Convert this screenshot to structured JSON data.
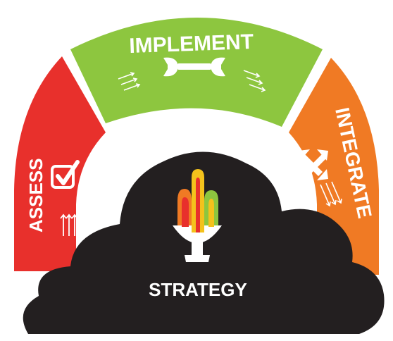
{
  "segments": {
    "implement": {
      "label": "IMPLEMENT",
      "color": "#8dc63f",
      "icon": "wrench-icon"
    },
    "assess": {
      "label": "ASSESS",
      "color": "#e8302c",
      "icon": "checkbox-icon"
    },
    "integrate": {
      "label": "INTEGRATE",
      "color": "#f07a24",
      "icon": "cross-arrows-icon"
    }
  },
  "center": {
    "label": "STRATEGY",
    "color": "#231f20",
    "icon": "cactus-icon"
  }
}
